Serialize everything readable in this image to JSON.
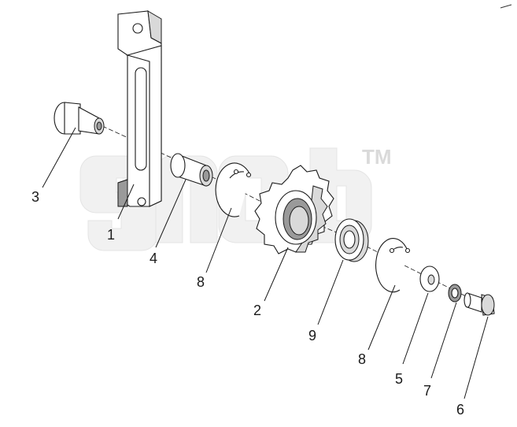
{
  "diagram": {
    "callouts": [
      {
        "id": "bracket",
        "label": "1"
      },
      {
        "id": "sprocket",
        "label": "2"
      },
      {
        "id": "bolt-left",
        "label": "3"
      },
      {
        "id": "bushing",
        "label": "4"
      },
      {
        "id": "washer",
        "label": "5"
      },
      {
        "id": "bolt-right",
        "label": "6"
      },
      {
        "id": "lock-washer",
        "label": "7"
      },
      {
        "id": "circlip-left",
        "label": "8"
      },
      {
        "id": "circlip-right",
        "label": "8"
      },
      {
        "id": "bearing",
        "label": "9"
      }
    ],
    "watermark": {
      "mark": "TM"
    }
  }
}
